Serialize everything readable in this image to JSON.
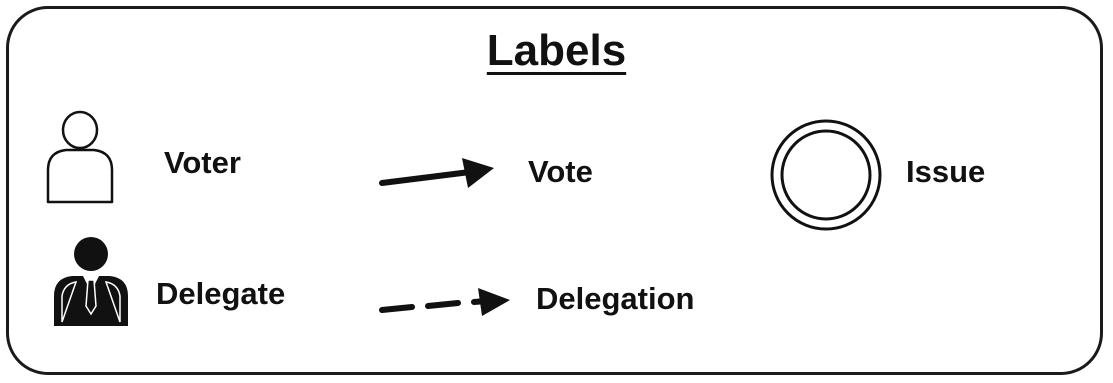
{
  "title": "Labels",
  "items": {
    "voter": {
      "label": "Voter",
      "icon": "person-outline-icon"
    },
    "delegate": {
      "label": "Delegate",
      "icon": "person-suit-icon"
    },
    "vote": {
      "label": "Vote",
      "icon": "solid-arrow-icon"
    },
    "delegation": {
      "label": "Delegation",
      "icon": "dashed-arrow-icon"
    },
    "issue": {
      "label": "Issue",
      "icon": "double-circle-icon"
    }
  },
  "colors": {
    "stroke": "#111111",
    "background": "#ffffff"
  }
}
